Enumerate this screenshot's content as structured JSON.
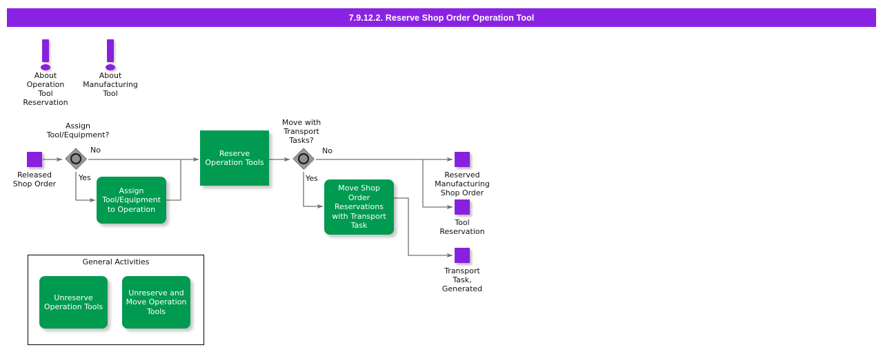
{
  "title_bar": {
    "text": "7.9.12.2. Reserve Shop Order Operation Tool",
    "background": "#8A22E3",
    "text_color": "#FFFFFF"
  },
  "palette": {
    "task_green": "#019A51",
    "event_purple": "#8A1FE0",
    "gateway_gray": "#9A9A9A",
    "edge_gray": "#707070",
    "canvas_background": "#FFFFFF"
  },
  "info_icons": [
    {
      "id": "about-operation-tool-reservation",
      "icon": "exclamation-mark-icon",
      "caption": "About\nOperation\nTool\nReservation"
    },
    {
      "id": "about-manufacturing-tool",
      "icon": "exclamation-mark-icon",
      "caption": "About\nManufacturing\nTool"
    }
  ],
  "start_event": {
    "id": "released-shop-order",
    "caption": "Released\nShop Order",
    "shape": "square",
    "color": "#8A1FE0"
  },
  "gateways": [
    {
      "id": "assign-tool-equipment",
      "label": "Assign\nTool/Equipment?",
      "type": "event-based-gateway",
      "branches": [
        "No",
        "Yes"
      ]
    },
    {
      "id": "move-with-transport-tasks",
      "label": "Move with\nTransport\nTasks?",
      "type": "event-based-gateway",
      "branches": [
        "No",
        "Yes"
      ]
    }
  ],
  "tasks": [
    {
      "id": "assign-tool-equipment-to-operation",
      "label": "Assign\nTool/Equipment\nto Operation",
      "corners": "rounded"
    },
    {
      "id": "reserve-operation-tools",
      "label": "Reserve\nOperation Tools",
      "corners": "sharp"
    },
    {
      "id": "move-shop-order-reservations-with-transport-task",
      "label": "Move Shop\nOrder\nReservations\nwith Transport\nTask",
      "corners": "rounded"
    }
  ],
  "end_events": [
    {
      "id": "reserved-manufacturing-shop-order",
      "caption": "Reserved\nManufacturing\nShop Order",
      "shape": "square",
      "color": "#8A1FE0"
    },
    {
      "id": "tool-reservation",
      "caption": "Tool\nReservation",
      "shape": "square",
      "color": "#8A1FE0"
    },
    {
      "id": "transport-task-generated",
      "caption": "Transport\nTask,\nGenerated",
      "shape": "square",
      "color": "#8A1FE0"
    }
  ],
  "edge_labels": {
    "gw1_no": "No",
    "gw1_yes": "Yes",
    "gw2_no": "No",
    "gw2_yes": "Yes"
  },
  "general_activities": {
    "title": "General Activities",
    "tasks": [
      {
        "id": "unreserve-operation-tools",
        "label": "Unreserve\nOperation Tools"
      },
      {
        "id": "unreserve-and-move-operation-tools",
        "label": "Unreserve and\nMove Operation\nTools"
      }
    ]
  }
}
